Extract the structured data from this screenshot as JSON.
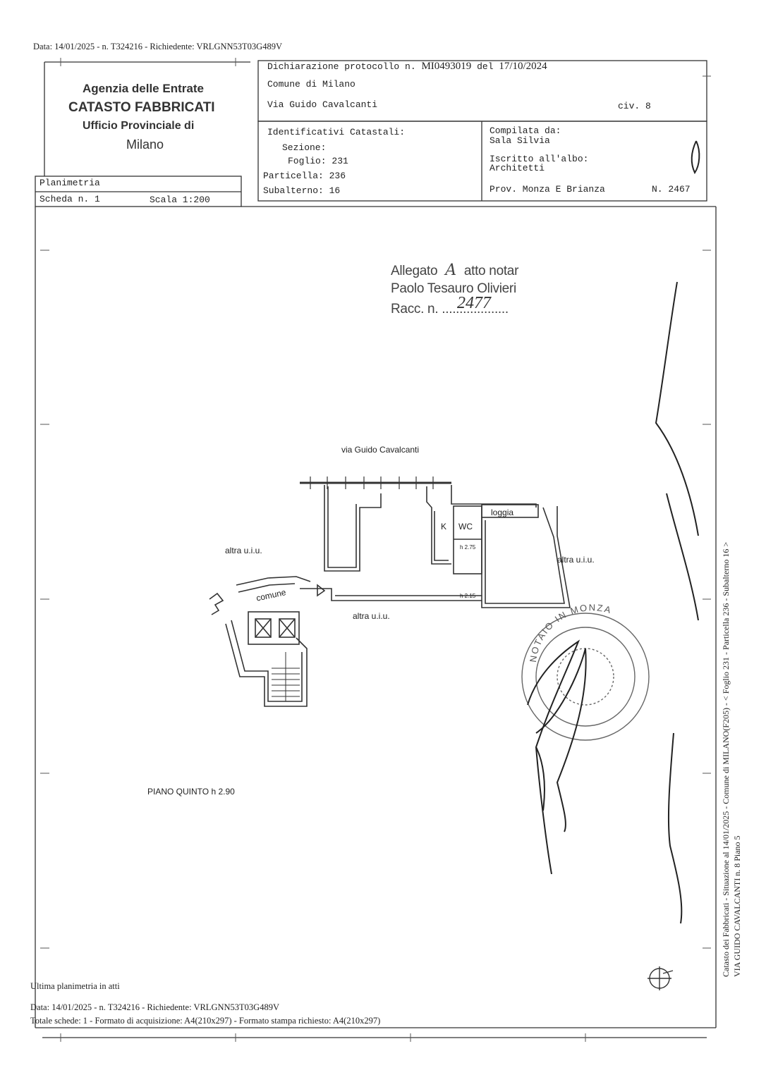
{
  "top_line": "Data: 14/01/2025 - n. T324216 - Richiedente: VRLGNN53T03G489V",
  "agency": {
    "line1": "Agenzia delle Entrate",
    "line2": "CATASTO FABBRICATI",
    "line3": "Ufficio Provinciale di",
    "line4": "Milano"
  },
  "declaration": {
    "prefix": "Dichiarazione protocollo n.",
    "number": "MI0493019",
    "del": "del",
    "date": "17/10/2024",
    "comune": "Comune di Milano",
    "via": "Via Guido Cavalcanti",
    "civ": "civ. 8"
  },
  "identificativi": {
    "title": "Identificativi Catastali:",
    "sezione": "Sezione:",
    "foglio": "Foglio: 231",
    "particella": "Particella: 236",
    "subalterno": "Subalterno: 16"
  },
  "compilata": {
    "title": "Compilata da:",
    "name": "Sala Silvia",
    "albo_title": "Iscritto all'albo:",
    "albo": "Architetti",
    "prov": "Prov. Monza E Brianza",
    "numero": "N. 2467"
  },
  "planimetria": {
    "title": "Planimetria",
    "scheda": "Scheda n. 1",
    "scala": "Scala 1:200"
  },
  "allegato": {
    "line1a": "Allegato",
    "line1b": "atto notar",
    "line2": "Paolo Tesauro Olivieri",
    "line3": "Racc. n. ...................",
    "handwritten_letter": "A",
    "handwritten_number": "2477"
  },
  "plan": {
    "street": "via Guido Cavalcanti",
    "loggia": "loggia",
    "k": "K",
    "wc": "WC",
    "h275": "h 2.75",
    "h215": "h 2.15",
    "altra_left": "altra u.i.u.",
    "altra_right": "altra u.i.u.",
    "altra_bottom": "altra u.i.u.",
    "comune": "comune",
    "piano": "PIANO QUINTO h 2.90"
  },
  "stamp_text": "NOTAIO IN MONZA",
  "side_text": {
    "line1": "Catasto dei Fabbricati - Situazione al 14/01/2025 - Comune di MILANO(F205) - < Foglio 231 - Particella 236 - Subalterno 16 >",
    "line2": "VIA GUIDO CAVALCANTI n. 8 Piano 5"
  },
  "footer": {
    "ultima": "Ultima planimetria in atti",
    "data": "Data: 14/01/2025 - n. T324216 - Richiedente: VRLGNN53T03G489V",
    "totale": "Totale schede: 1 - Formato di acquisizione: A4(210x297)  - Formato stampa richiesto: A4(210x297)"
  },
  "colors": {
    "ink": "#222222",
    "line": "#333333",
    "stamp": "#555555"
  }
}
